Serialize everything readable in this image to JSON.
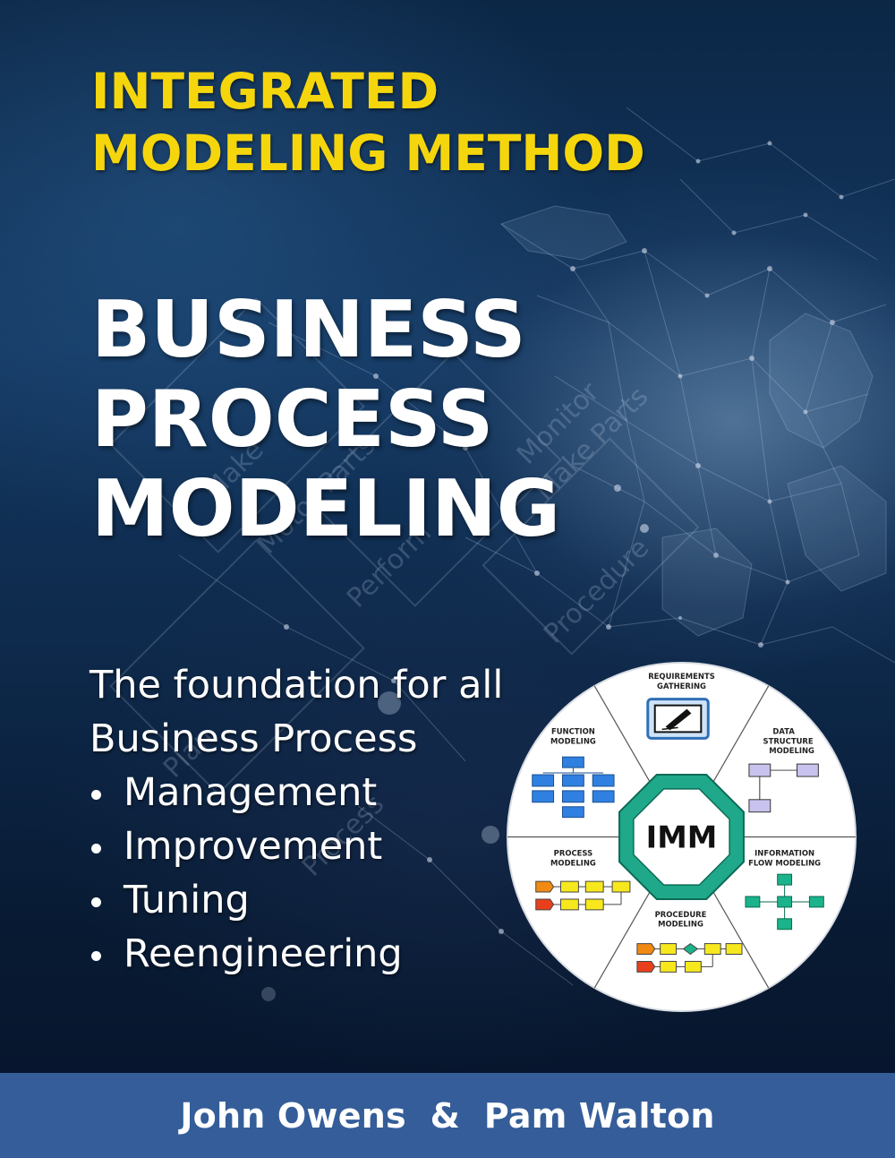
{
  "cover": {
    "series_title": [
      "INTEGRATED",
      "MODELING METHOD"
    ],
    "main_title": [
      "BUSINESS",
      "PROCESS",
      "MODELING"
    ],
    "subtitle_lines": [
      "The foundation for all",
      "Business Process"
    ],
    "bullets": [
      "Management",
      "Improvement",
      "Tuning",
      "Reengineering"
    ],
    "watermark_words": [
      "Make",
      "Motor Parts",
      "Perform",
      "Monitor",
      "Make Parts",
      "Procedure",
      "Plan",
      "Process"
    ],
    "authors": "John Owens  &  Pam Walton"
  },
  "diagram": {
    "center": "IMM",
    "segments": [
      {
        "label": [
          "REQUIREMENTS",
          "GATHERING"
        ]
      },
      {
        "label": [
          "DATA",
          "STRUCTURE",
          "MODELING"
        ]
      },
      {
        "label": [
          "INFORMATION",
          "FLOW MODELING"
        ]
      },
      {
        "label": [
          "PROCEDURE",
          "MODELING"
        ]
      },
      {
        "label": [
          "PROCESS",
          "MODELING"
        ]
      },
      {
        "label": [
          "FUNCTION",
          "MODELING"
        ]
      }
    ]
  },
  "colors": {
    "title_yellow": "#f5d60d",
    "footer_blue": "#345d99",
    "octagon_green": "#1fa88a",
    "function_blue": "#2f80e0",
    "data_lavender": "#c7c3ee",
    "flow_green": "#1bb38a",
    "process_yellow": "#f7e81d",
    "process_orange": "#f08a12",
    "process_red": "#e8401c"
  }
}
